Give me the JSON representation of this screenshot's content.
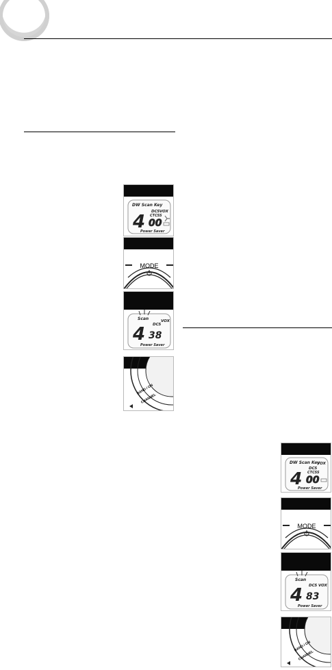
{
  "lcd_a": {
    "top_row": "DW Scan Key",
    "dcs": "DCS",
    "vox": "VOX",
    "ctcss": "CTCSS",
    "channel": "4",
    "code": "00",
    "footer": "Power Saver"
  },
  "mode_button": {
    "label": "MODE"
  },
  "lcd_b": {
    "scan": "Scan",
    "channel": "4",
    "dcs": "DCS",
    "vox": "VOX",
    "code": "38",
    "footer": "Power Saver"
  },
  "lcd_c": {
    "scan": "Scan",
    "channel": "4",
    "dcs": "DCS",
    "vox": "VOX",
    "code": "83",
    "footer": "Power Saver"
  },
  "dial": {
    "text1": "BAND / ON",
    "text2": "CHANNEL"
  }
}
